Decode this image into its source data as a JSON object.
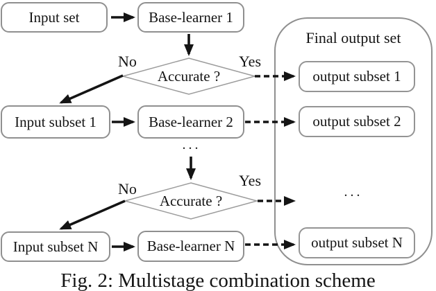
{
  "figure": {
    "caption": "Fig. 2: Multistage combination scheme"
  },
  "colors": {
    "box_border": "#8f8f8f",
    "diamond_border": "#9c9c9c",
    "arrow": "#141414",
    "background": "#ffffff"
  },
  "flow": {
    "input_set": "Input set",
    "base_learner_1": "Base-learner 1",
    "decision_1": "Accurate ?",
    "decision_1_no": "No",
    "decision_1_yes": "Yes",
    "input_subset_1": "Input subset 1",
    "base_learner_2": "Base-learner 2",
    "ellipsis_mid": "...",
    "decision_2": "Accurate ?",
    "decision_2_no": "No",
    "decision_2_yes": "Yes",
    "input_subset_n": "Input subset N",
    "base_learner_n": "Base-learner N"
  },
  "final_output": {
    "title": "Final output set",
    "subset_1": "output subset 1",
    "subset_2": "output subset 2",
    "ellipsis": "...",
    "subset_n": "output subset N"
  }
}
